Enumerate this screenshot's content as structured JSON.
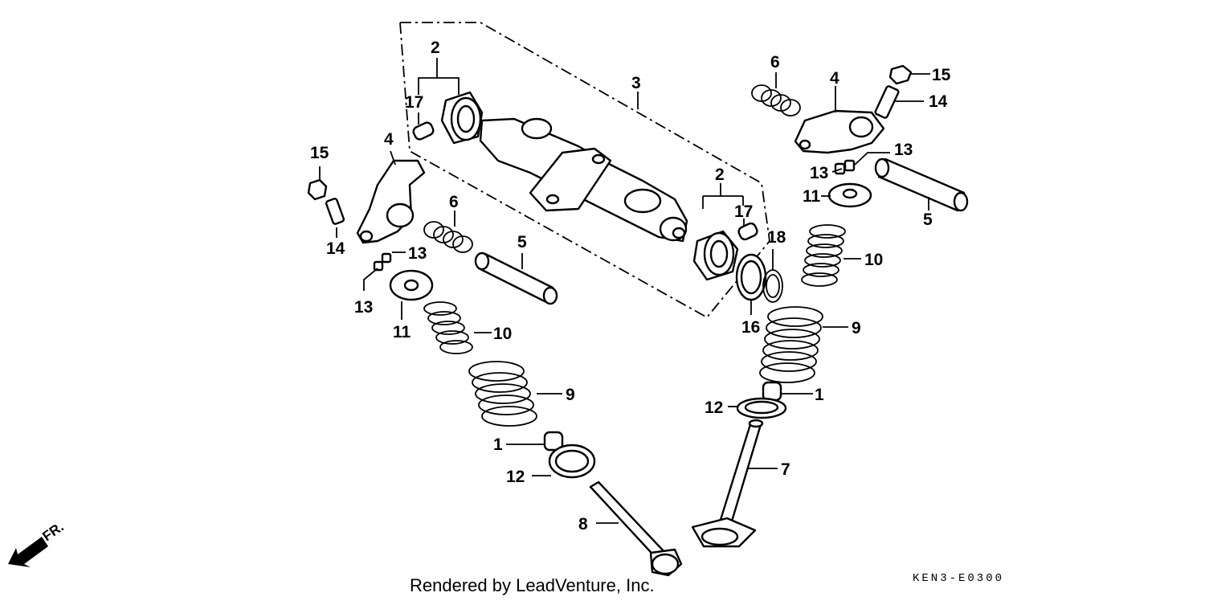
{
  "diagram": {
    "callouts": {
      "c1a": "2",
      "c1b": "2",
      "c3": "3",
      "c4a": "4",
      "c4b": "4",
      "c5a": "5",
      "c5b": "5",
      "c6a": "6",
      "c6b": "6",
      "c7": "7",
      "c8": "8",
      "c9a": "9",
      "c9b": "9",
      "c10a": "10",
      "c10b": "10",
      "c11a": "11",
      "c11b": "11",
      "c12a": "12",
      "c12b": "12",
      "c13a": "13",
      "c13b": "13",
      "c13c": "13",
      "c13d": "13",
      "c14a": "14",
      "c14b": "14",
      "c15a": "15",
      "c15b": "15",
      "c16": "16",
      "c17a": "17",
      "c17b": "17",
      "c18": "18",
      "c1c": "1",
      "c1d": "1"
    },
    "direction_label": "FR.",
    "credit": "Rendered by LeadVenture, Inc.",
    "diagram_code": "KEN3-E0300"
  }
}
